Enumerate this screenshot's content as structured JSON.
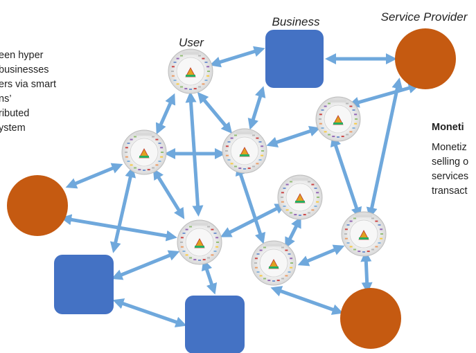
{
  "labels": {
    "user": "User",
    "business": "Business",
    "service_provider": "Service Provider"
  },
  "left_text": [
    "een hyper",
    "businesses",
    "ers via smart",
    "ns’",
    "ributed",
    "ystem"
  ],
  "right_text": {
    "heading": "Moneti",
    "lines": [
      "Monetiz",
      "selling o",
      "services",
      "transact"
    ]
  },
  "colors": {
    "business": "#4472c4",
    "provider": "#c55a11",
    "arrow": "#6fa8dc",
    "user_ring": "#e7e7e7"
  },
  "icons": {
    "user_node": "user-wheel-icon",
    "business_node": "business-square-icon",
    "provider_node": "service-provider-circle-icon"
  }
}
